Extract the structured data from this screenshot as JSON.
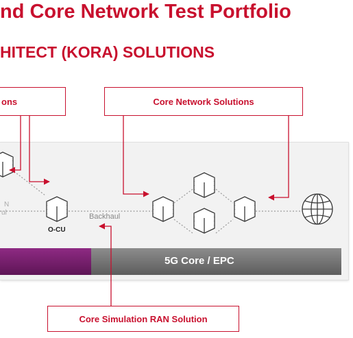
{
  "header": {
    "title": "nd Core Network Test Portfolio",
    "subtitle": "HITECT (KORA) SOLUTIONS"
  },
  "callouts": {
    "ran_solutions": "ons",
    "core_network_solutions": "Core Network Solutions",
    "core_simulation_ran": "Core Simulation RAN Solution"
  },
  "diagram": {
    "node_ocu": "O-CU",
    "link_backhaul": "Backhaul",
    "cut_label_1": "N",
    "cut_label_2": "ul",
    "bar_core": "5G Core / EPC"
  },
  "colors": {
    "accent_red": "#c8102e",
    "ran_bar_purple": "#7a1f6f",
    "core_bar_gray": "#7c7c7c"
  },
  "icons": [
    "server-stack-icon",
    "globe-icon"
  ]
}
